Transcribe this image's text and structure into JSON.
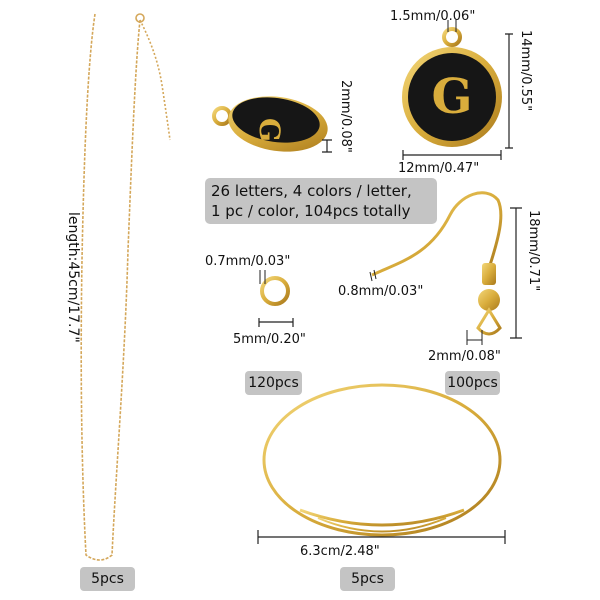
{
  "necklace": {
    "length_label": "length:45cm/17.7\"",
    "quantity": "5pcs"
  },
  "pendant": {
    "thickness_label": "2mm/0.08\"",
    "loop_label": "1.5mm/0.06\"",
    "height_label": "14mm/0.55\"",
    "width_label": "12mm/0.47\"",
    "letter": "G",
    "info_line1": "26 letters, 4 colors / letter,",
    "info_line2": "1  pc / color, 104pcs totally"
  },
  "jump_ring": {
    "wire_label": "0.7mm/0.03\"",
    "diameter_label": "5mm/0.20\"",
    "quantity": "120pcs"
  },
  "ear_hook": {
    "wire_label": "0.8mm/0.03\"",
    "height_label": "18mm/0.71\"",
    "loop_label": "2mm/0.08\"",
    "quantity": "100pcs"
  },
  "bangle": {
    "diameter_label": "6.3cm/2.48\"",
    "quantity": "5pcs"
  },
  "colors": {
    "gold": "#d9ad3c",
    "enamel": "#1a1a1a",
    "badge": "#c4c4c4"
  }
}
